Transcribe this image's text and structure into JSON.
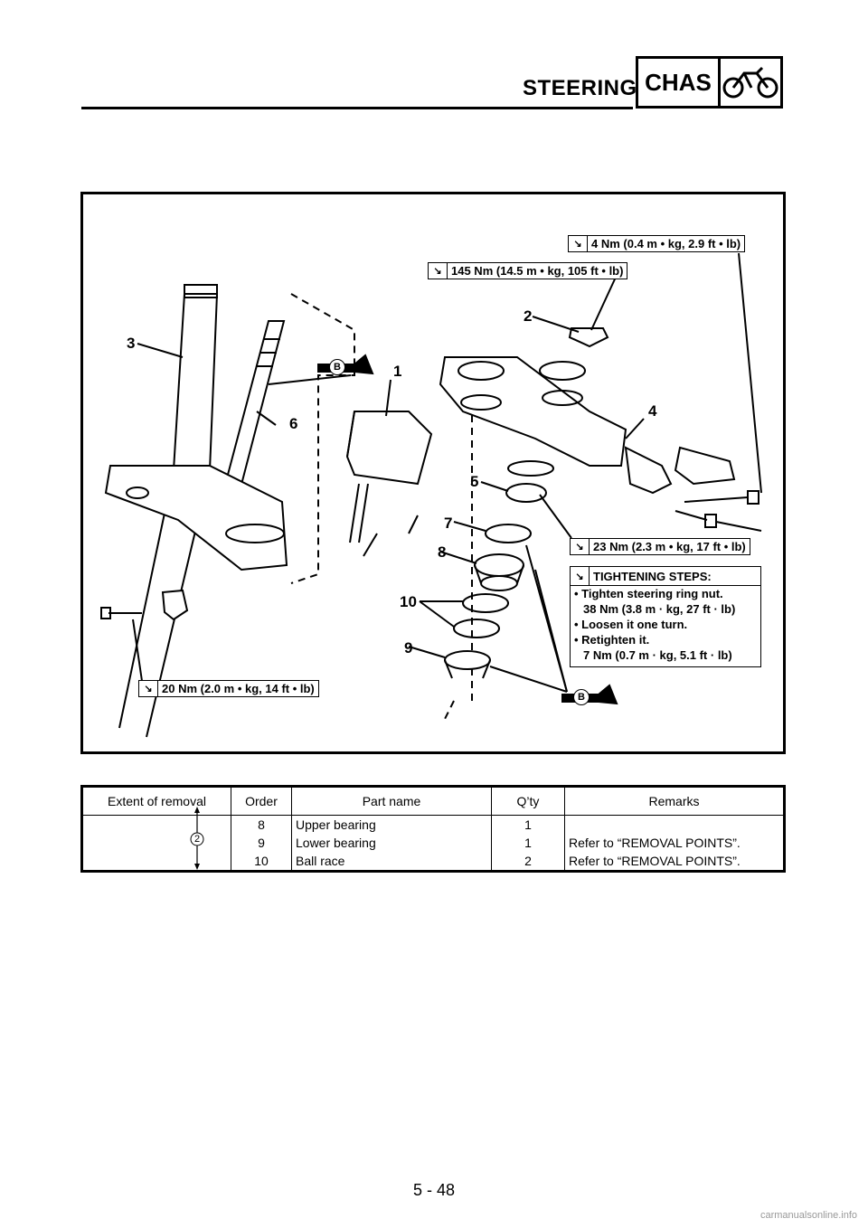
{
  "header": {
    "title": "STEERING",
    "section": "CHAS",
    "section_icon": "motorcycle-icon"
  },
  "figure": {
    "callouts": [
      "1",
      "2",
      "3",
      "4",
      "5",
      "6",
      "7",
      "8",
      "9",
      "10"
    ],
    "grease_label": "B",
    "torques": {
      "t4": "4 Nm (0.4 m • kg, 2.9 ft • lb)",
      "t145": "145 Nm (14.5 m • kg, 105 ft • lb)",
      "t23": "23 Nm (2.3 m • kg, 17 ft • lb)",
      "t20": "20 Nm (2.0 m • kg, 14 ft • lb)"
    },
    "steps": {
      "title": "TIGHTENING STEPS:",
      "lines": [
        "• Tighten steering ring nut.",
        "38 Nm (3.8 m · kg, 27 ft · lb)",
        "• Loosen it one turn.",
        "• Retighten it.",
        "7 Nm (0.7 m · kg, 5.1 ft · lb)"
      ]
    }
  },
  "table": {
    "headers": [
      "Extent of removal",
      "Order",
      "Part name",
      "Q’ty",
      "Remarks"
    ],
    "extent_marker": "2",
    "rows": [
      {
        "order": "8",
        "part": "Upper bearing",
        "qty": "1",
        "remarks": ""
      },
      {
        "order": "9",
        "part": "Lower bearing",
        "qty": "1",
        "remarks": "Refer to “REMOVAL POINTS”."
      },
      {
        "order": "10",
        "part": "Ball race",
        "qty": "2",
        "remarks": "Refer to “REMOVAL POINTS”."
      }
    ]
  },
  "footer": {
    "page_number": "5 - 48",
    "watermark": "carmanualsonline.info"
  }
}
